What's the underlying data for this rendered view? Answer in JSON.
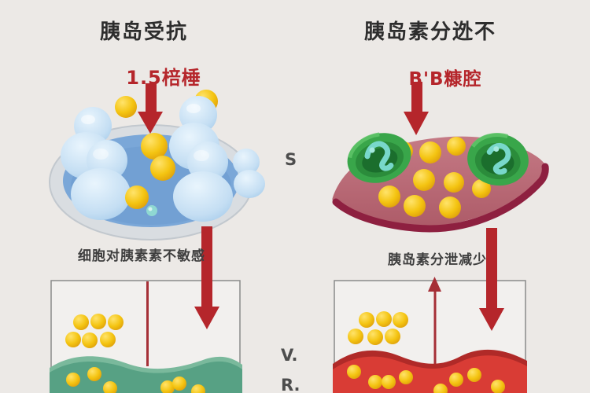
{
  "colors": {
    "background": "#ece9e6",
    "accent-red": "#b5262b",
    "divider-red": "#a52f36",
    "title-text": "#2d2d2d",
    "caption-text": "#3e3e3e",
    "side-label-text": "#4d4d4d",
    "ball-yellow": "#f2c319",
    "plate-blue": "#7aa7d8",
    "cell-blue": "#bcdaf2",
    "green-liquid": "#57a184",
    "red-liquid": "#d93c35",
    "organ-pink": "#b96c77",
    "islet-green": "#39a64a"
  },
  "left_panel": {
    "title": "胰岛受抗",
    "dose_label": "1.5棓棰",
    "caption": "细胞对胰素素不敏感",
    "glucose_dots_in_box": 6,
    "glucose_dots_in_liquid": 6
  },
  "right_panel": {
    "title": "胰岛素分迯不",
    "dose_label": "B'B糠腔",
    "caption": "胰岛素分泄减少",
    "glucose_dots_in_box": 6,
    "glucose_dots_in_liquid": 8
  },
  "side_labels": {
    "s": "S",
    "v": "V.",
    "r": "R."
  },
  "icons": {
    "down-arrow": "solid red arrow pointing down",
    "up-arrow": "thin red arrow pointing up"
  }
}
